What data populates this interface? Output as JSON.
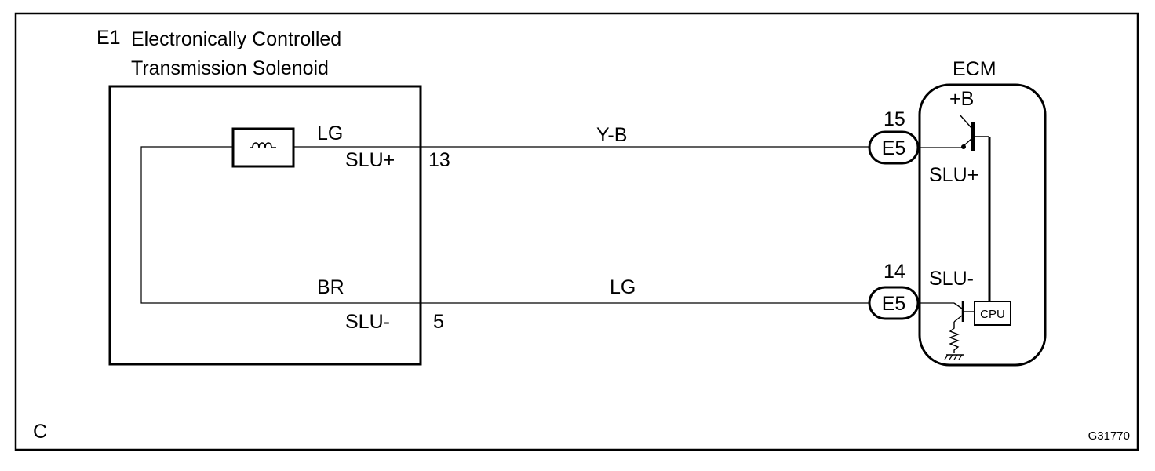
{
  "component": {
    "ref": "E1",
    "name_line1": "Electronically Controlled",
    "name_line2": "Transmission Solenoid"
  },
  "ecm": {
    "title": "ECM",
    "supply": "+B",
    "cpu": "CPU",
    "pin_plus": "SLU+",
    "pin_minus": "SLU-"
  },
  "solenoid_side": {
    "coil_wire": "LG",
    "return_wire": "BR",
    "pin_plus": "SLU+",
    "pin_minus": "SLU-",
    "terminal_plus": "13",
    "terminal_minus": "5"
  },
  "harness": {
    "upper_wire": "Y-B",
    "lower_wire": "LG"
  },
  "connectors": {
    "upper": {
      "id": "E5",
      "pin": "15"
    },
    "lower": {
      "id": "E5",
      "pin": "14"
    }
  },
  "frame": {
    "corner_letter": "C",
    "figure_id": "G31770"
  }
}
